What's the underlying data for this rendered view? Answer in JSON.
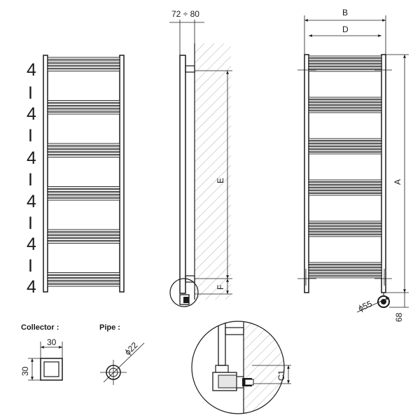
{
  "front_view": {
    "side_labels": [
      "4",
      "I",
      "4",
      "I",
      "4",
      "I",
      "4",
      "I",
      "4",
      "I",
      "4"
    ]
  },
  "side_view": {
    "wall_offset_label": "72 ÷ 80",
    "dim_e": "E",
    "dim_f": "F"
  },
  "rear_view": {
    "dim_b": "B",
    "dim_d": "D",
    "dim_a": "A",
    "valve_diameter": "ϕ55",
    "valve_height": "68"
  },
  "collector": {
    "title": "Collector :",
    "width": "30",
    "height": "30"
  },
  "pipe": {
    "title": "Pipe :",
    "diameter": "ϕ22"
  },
  "detail": {
    "dim_c1": "C1"
  }
}
